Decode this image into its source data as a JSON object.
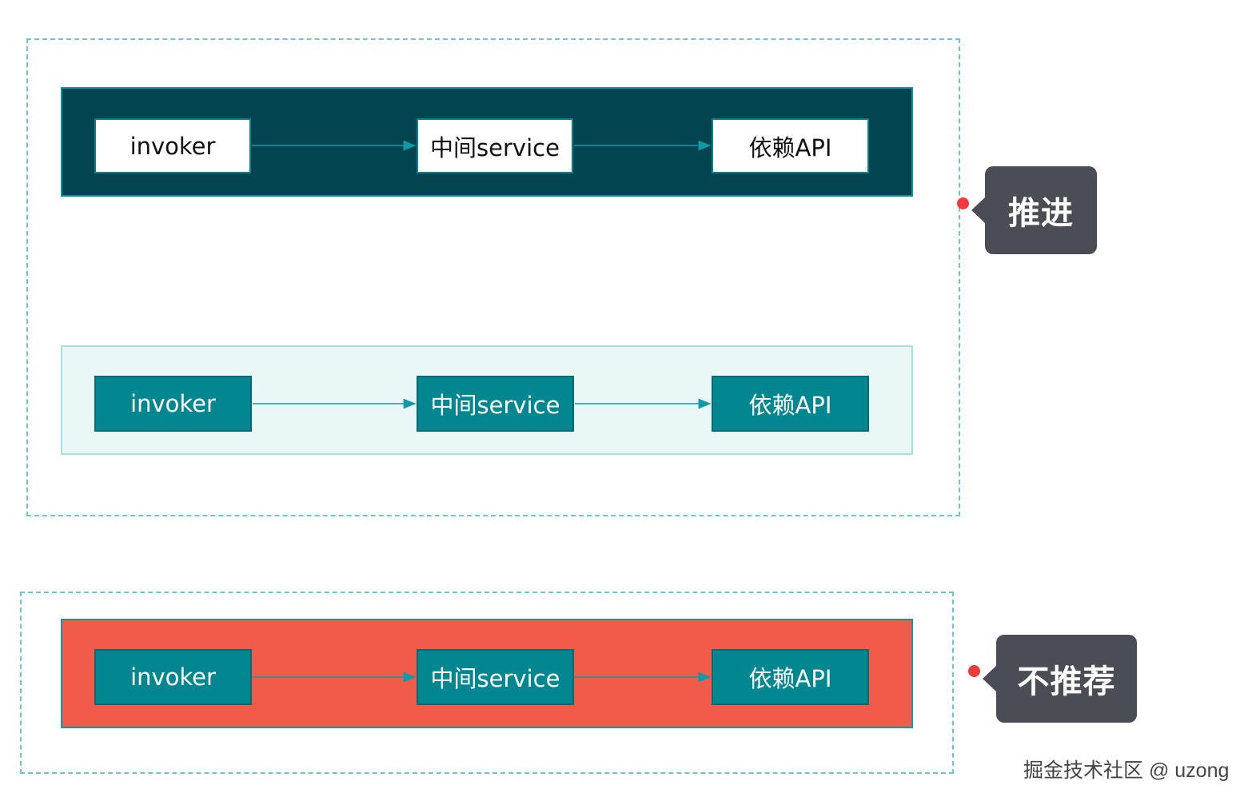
{
  "diagram": {
    "rows": [
      {
        "style": "dark",
        "nodes": [
          "invoker",
          "中间service",
          "依赖API"
        ]
      },
      {
        "style": "light",
        "nodes": [
          "invoker",
          "中间service",
          "依赖API"
        ]
      },
      {
        "style": "red",
        "nodes": [
          "invoker",
          "中间service",
          "依赖API"
        ]
      }
    ],
    "callouts": [
      {
        "label": "推进"
      },
      {
        "label": "不推荐"
      }
    ]
  },
  "watermark": "掘金技术社区 @ uzong",
  "colors": {
    "dashed_border": "#6cc6cc",
    "dark_row": "#024450",
    "light_row": "#e9f7f7",
    "red_row": "#f05b4a",
    "teal_node": "#028791",
    "arrow": "#0e9aa7",
    "callout_bg": "#4a4d54",
    "dot": "#ef3b3b"
  }
}
